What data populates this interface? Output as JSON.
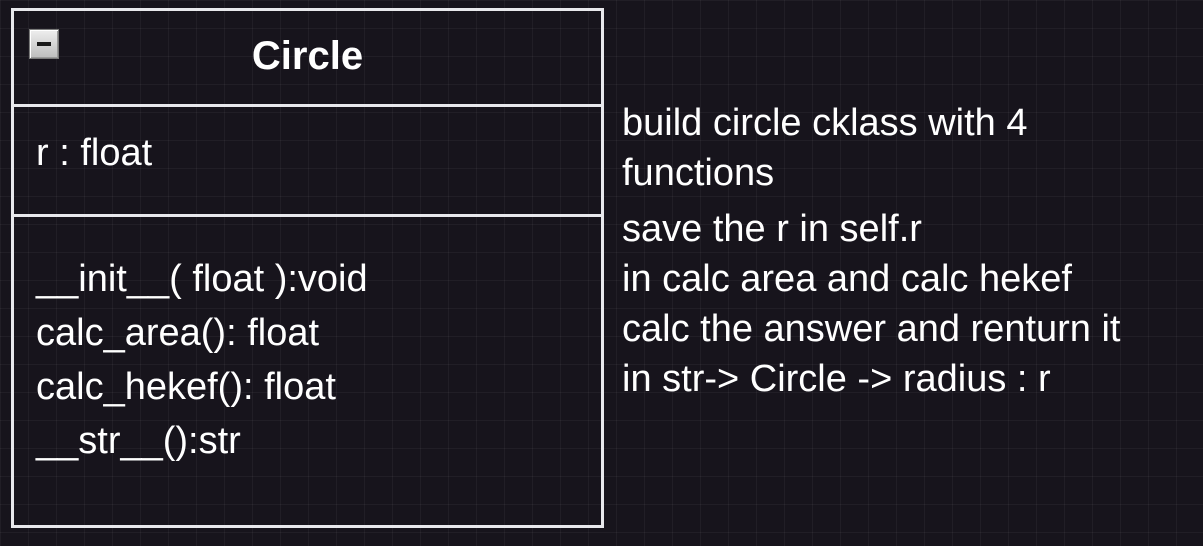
{
  "class": {
    "name": "Circle",
    "attributes": [
      "r : float"
    ],
    "methods": [
      "__init__( float ):void",
      "calc_area(): float",
      "calc_hekef(): float",
      "__str__():str"
    ]
  },
  "note": {
    "lines": [
      "build circle cklass with 4",
      "functions",
      "save the r in self.r",
      "in calc area and calc hekef",
      "calc the answer and renturn it",
      "in str->  Circle -> radius : r"
    ]
  },
  "colors": {
    "background": "#17141c",
    "border": "#e8e8ec",
    "text": "#ffffff"
  },
  "icons": {
    "collapse": "minus-icon"
  }
}
